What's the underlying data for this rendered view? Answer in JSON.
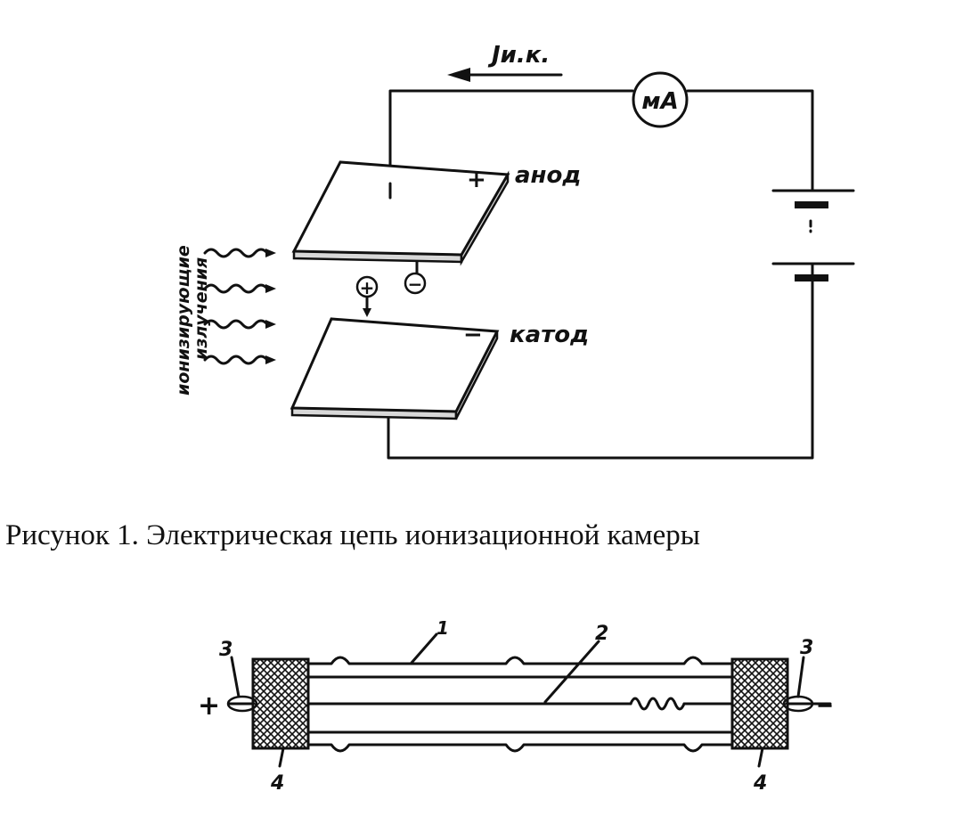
{
  "figure1": {
    "current_label": "Jи.к.",
    "meter_label": "мА",
    "anode_label": "анод",
    "cathode_label": "катод",
    "anode_sign": "+",
    "cathode_sign": "−",
    "positive_ion": "+",
    "negative_ion": "−",
    "radiation_label_line1": "ионизирующие",
    "radiation_label_line2": "излучения",
    "caption": "Рисунок 1. Электрическая цепь ионизационной камеры"
  },
  "figure2": {
    "plus_sign": "+",
    "minus_sign": "−",
    "part_labels": {
      "body": "1",
      "wire": "2",
      "lead_left": "3",
      "lead_right": "3",
      "insulator_left": "4",
      "insulator_right": "4"
    }
  }
}
